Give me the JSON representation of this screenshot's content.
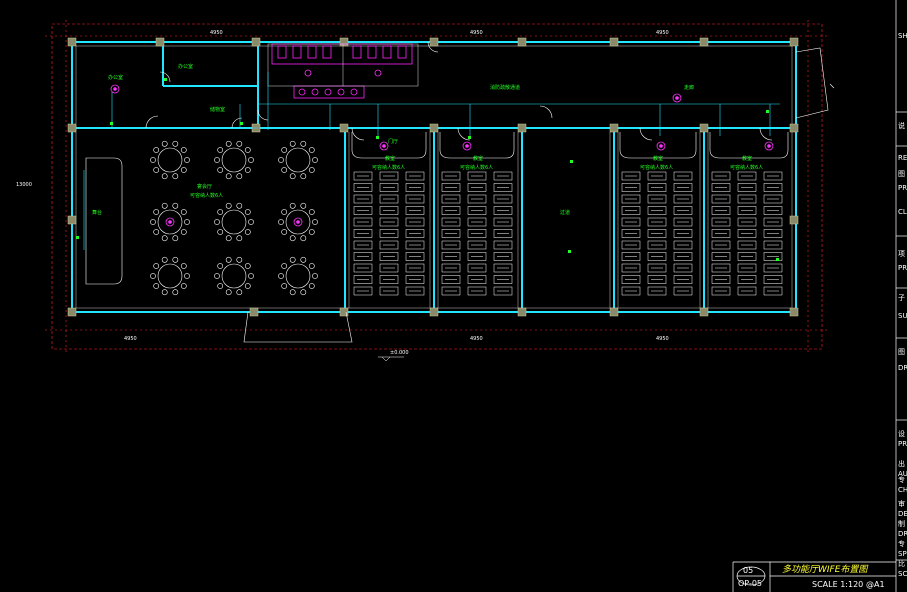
{
  "drawing": {
    "title": "多功能厅WIFE布置图",
    "number": "05",
    "sheet": "OP-05",
    "scale": "SCALE 1:120",
    "paper": "@A1"
  },
  "labels": {
    "room_left_top": "办公室",
    "room_small": "办公室",
    "room_left_mid": "储物室",
    "corridor": "消防疏散通道",
    "corridor_right": "走廊",
    "banquet_hall": "宴会厅",
    "banquet_capacity": "可容纳人数6人",
    "stage": "舞台",
    "classroom_a": "教室",
    "classroom_a_capacity": "可容纳人数6人",
    "classroom_b": "教室",
    "classroom_b_capacity": "可容纳人数6人",
    "classroom_c": "教室",
    "classroom_c_capacity": "可容纳人数6人",
    "classroom_d": "教室",
    "classroom_d_capacity": "可容纳人数6人",
    "center_room": "过道",
    "door_tag": "门厅",
    "dim_top_1": "4950",
    "dim_top_2": "4950",
    "dim_top_3": "4950",
    "dim_bot_1": "4950",
    "dim_bot_2": "4950",
    "dim_bot_3": "4950",
    "dim_left": "13000",
    "elev": "±0.000"
  },
  "sidebar": {
    "items": [
      "SH",
      "说",
      "REM",
      "图",
      "PR",
      "CL",
      "项",
      "PRO",
      "子",
      "SU",
      "图",
      "DR",
      "设",
      "PRO",
      "出",
      "AU",
      "专",
      "CHE",
      "审",
      "DES",
      "制",
      "DRA",
      "专",
      "SPE",
      "比",
      "SCA"
    ]
  }
}
